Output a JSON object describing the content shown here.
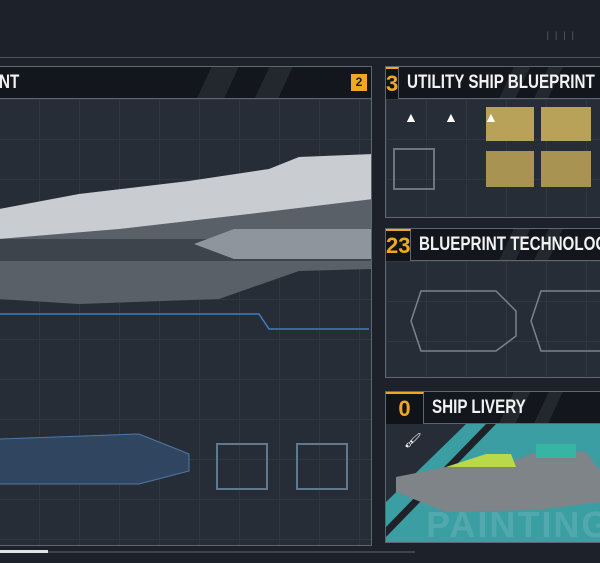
{
  "main_panel": {
    "title": "NT",
    "badge": "2"
  },
  "cards": [
    {
      "count": "3",
      "title": "UTILITY SHIP BLUEPRINT"
    },
    {
      "count": "23",
      "title": "BLUEPRINT TECHNOLOGY"
    },
    {
      "count": "0",
      "title": "SHIP LIVERY",
      "watermark": "PAINTING"
    }
  ],
  "colors": {
    "accent": "#f0a81e",
    "teal": "#3a9ea2"
  }
}
